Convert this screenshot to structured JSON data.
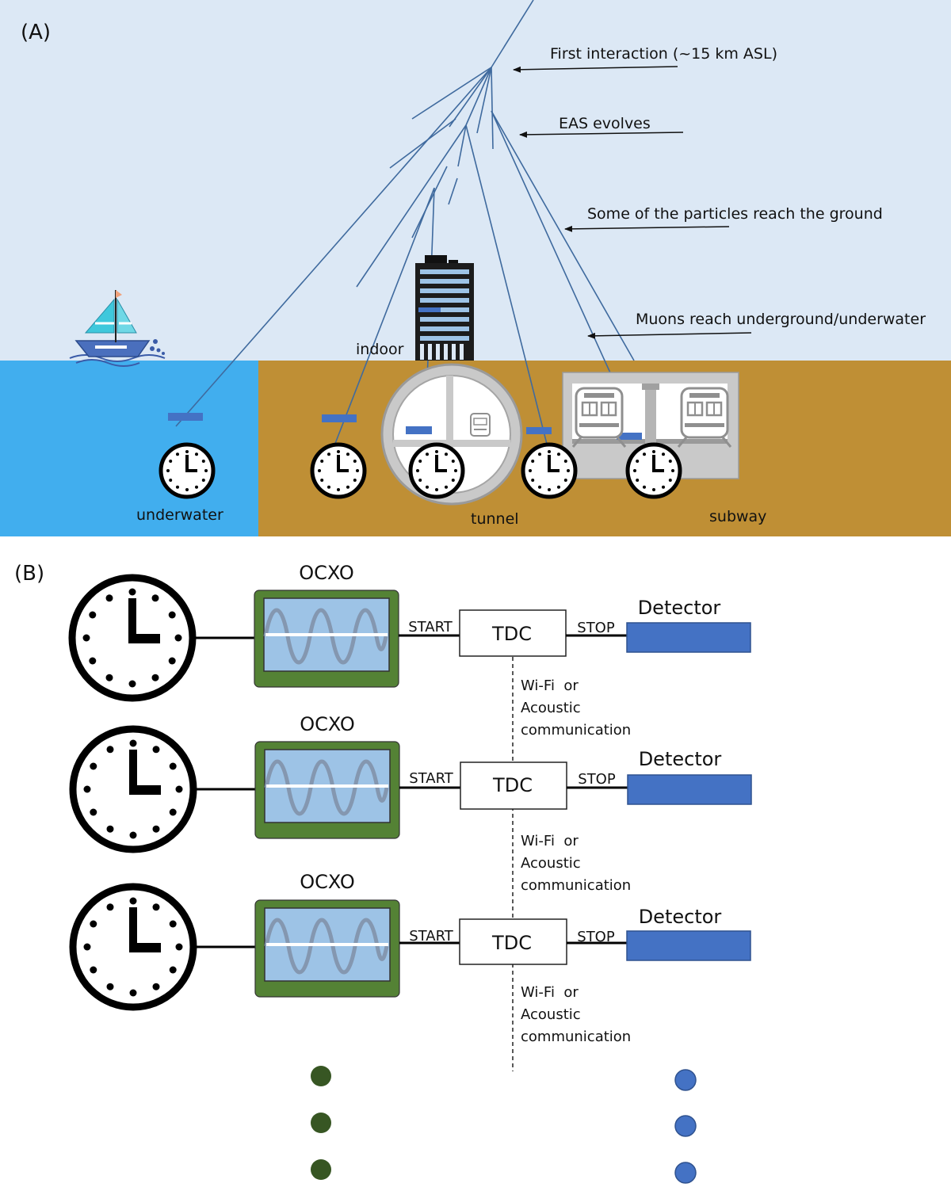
{
  "panel_a": {
    "label": "(A)",
    "annotations": {
      "first_interaction": "First interaction (~15 km ASL)",
      "eas_evolves": "EAS evolves",
      "particles_ground": "Some of the particles reach the ground",
      "muons_underground": "Muons reach underground/underwater"
    },
    "locations": {
      "indoor": "indoor",
      "underwater": "underwater",
      "tunnel": "tunnel",
      "subway": "subway"
    },
    "colors": {
      "sky": "#dce8f5",
      "water": "#41aeee",
      "ground": "#bf8f35",
      "detector": "#4472c4",
      "ray": "#3f6a9e"
    }
  },
  "panel_b": {
    "label": "(B)",
    "rows": [
      {
        "ocxo": "OCXO",
        "start": "START",
        "tdc": "TDC",
        "stop": "STOP",
        "detector": "Detector",
        "comm": [
          "Wi-Fi  or",
          "Acoustic",
          "communication"
        ]
      },
      {
        "ocxo": "OCXO",
        "start": "START",
        "tdc": "TDC",
        "stop": "STOP",
        "detector": "Detector",
        "comm": [
          "Wi-Fi  or",
          "Acoustic",
          "communication"
        ]
      },
      {
        "ocxo": "OCXO",
        "start": "START",
        "tdc": "TDC",
        "stop": "STOP",
        "detector": "Detector",
        "comm": [
          "Wi-Fi  or",
          "Acoustic",
          "communication"
        ]
      }
    ],
    "colors": {
      "ocxo_outer": "#548235",
      "ocxo_inner": "#9dc3e6",
      "detector": "#4472c4",
      "dots_left": "#375623",
      "dots_right": "#4472c4"
    }
  }
}
